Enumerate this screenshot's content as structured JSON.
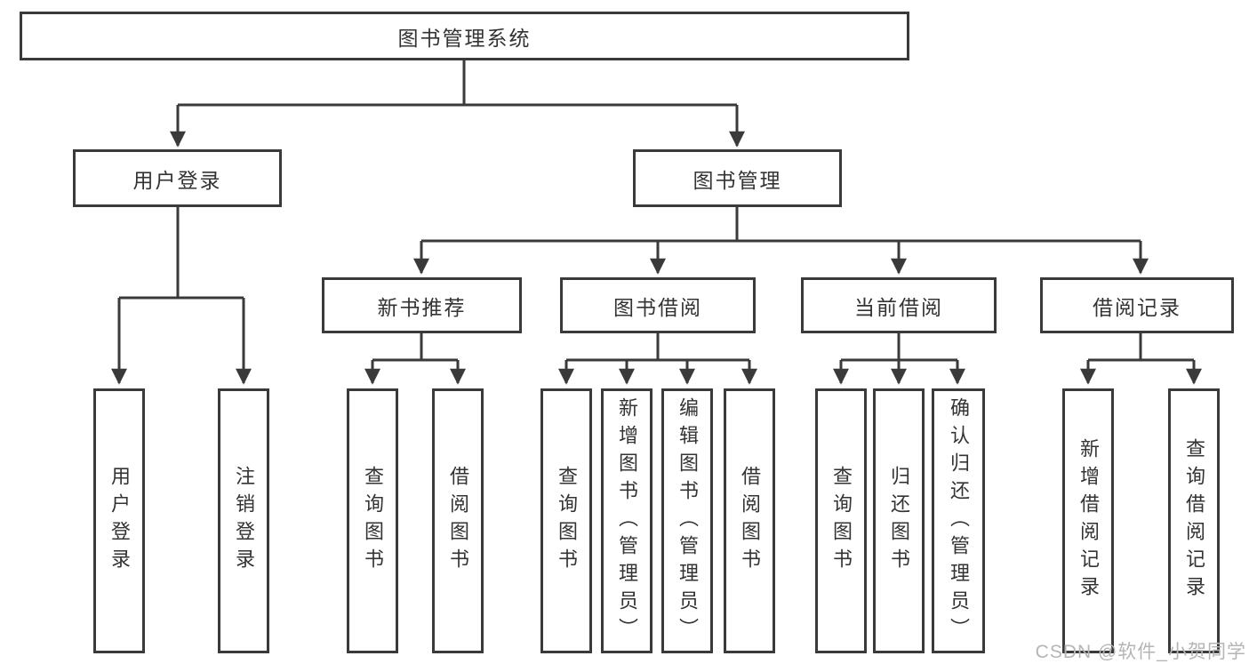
{
  "diagram": {
    "type": "hierarchy-tree",
    "root": {
      "label": "图书管理系统"
    },
    "branches": [
      {
        "label": "用户登录",
        "children": [
          {
            "label": "用户登录"
          },
          {
            "label": "注销登录"
          }
        ]
      },
      {
        "label": "图书管理",
        "children": [
          {
            "label": "新书推荐",
            "children": [
              {
                "label": "查询图书"
              },
              {
                "label": "借阅图书"
              }
            ]
          },
          {
            "label": "图书借阅",
            "children": [
              {
                "label": "查询图书"
              },
              {
                "label": "新增图书（管理员）"
              },
              {
                "label": "编辑图书（管理员）"
              },
              {
                "label": "借阅图书"
              }
            ]
          },
          {
            "label": "当前借阅",
            "children": [
              {
                "label": "查询图书"
              },
              {
                "label": "归还图书"
              },
              {
                "label": "确认归还（管理员）"
              }
            ]
          },
          {
            "label": "借阅记录",
            "children": [
              {
                "label": "新增借阅记录"
              },
              {
                "label": "查询借阅记录"
              }
            ]
          }
        ]
      }
    ],
    "watermark": "CSDN @软件_小贺同学",
    "colors": {
      "line": "#3a3a3a",
      "box_border": "#3a3a3a",
      "box_bg": "#ffffff",
      "text": "#333333",
      "watermark": "#b5b5b5",
      "background": "#ffffff"
    }
  }
}
